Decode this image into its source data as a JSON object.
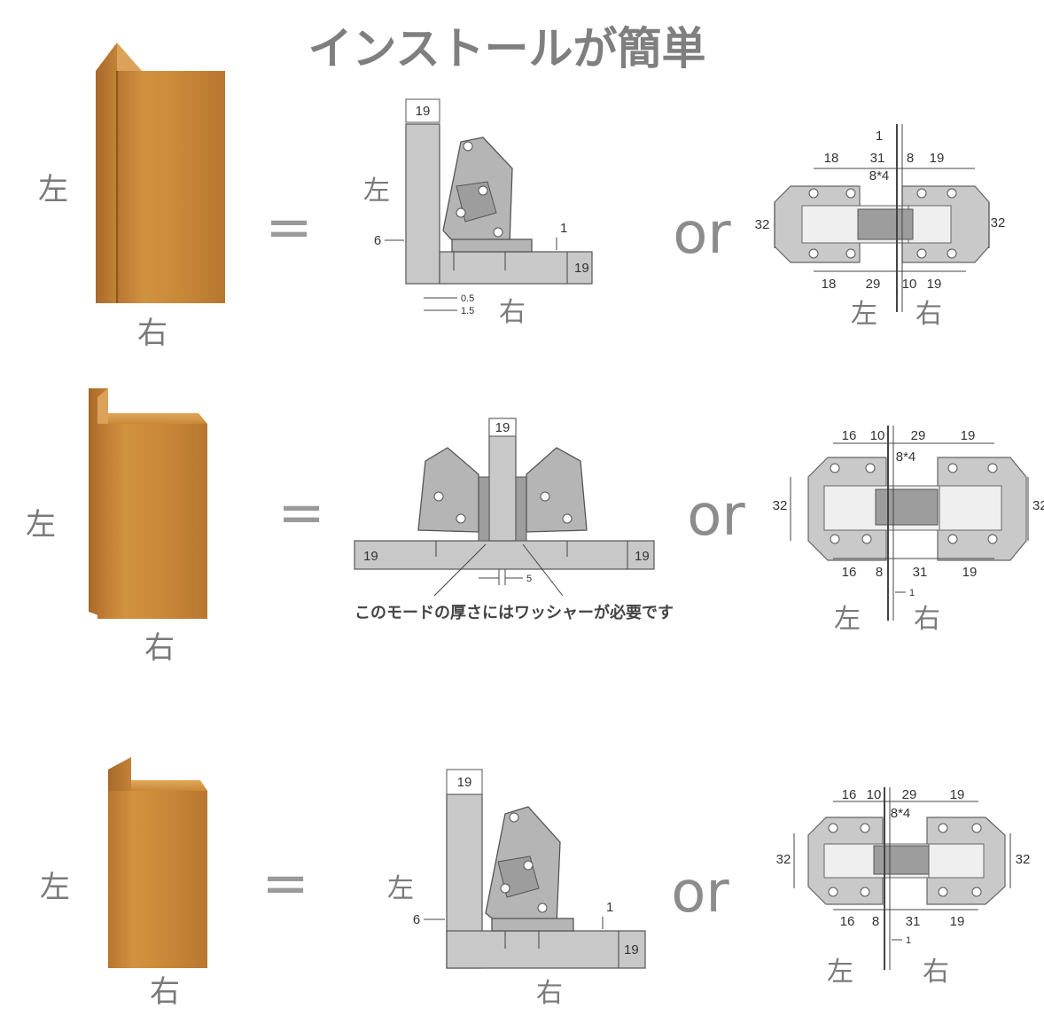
{
  "title": "インストールが簡単",
  "labels": {
    "left": "左",
    "right": "右",
    "equals": "=",
    "or": "or"
  },
  "note": "このモードの厚さにはワッシャーが必要です",
  "dims": {
    "v19": "19",
    "v6": "6",
    "v1": "1",
    "v05": "0.5",
    "v15": "1.5",
    "v5": "5",
    "v18": "18",
    "v31": "31",
    "v8": "8",
    "v84": "8*4",
    "v32": "32",
    "v29": "29",
    "v10": "10",
    "v16": "16"
  },
  "colors": {
    "wood": "#c98a3a",
    "wood_dark": "#b47430",
    "panel": "#c8c8c8",
    "text": "#7f7f7f"
  }
}
